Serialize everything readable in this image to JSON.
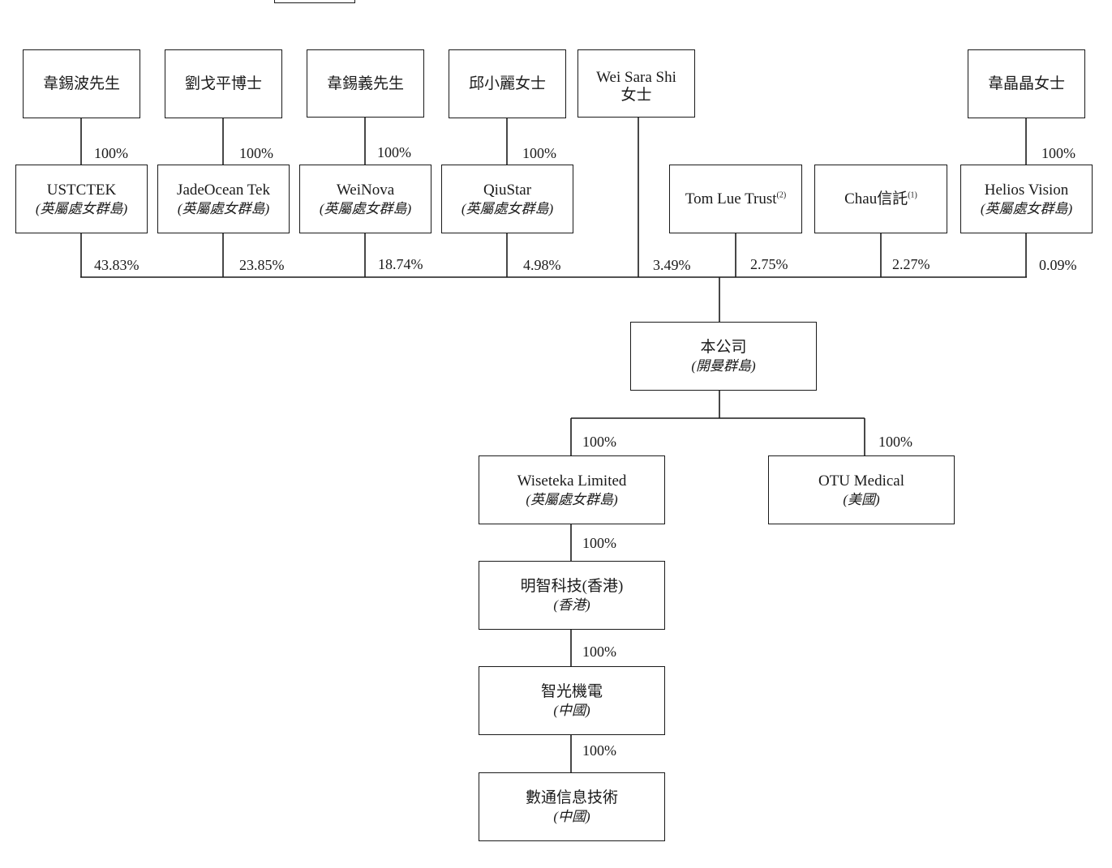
{
  "shareholders": {
    "wei_xibo": "韋錫波先生",
    "liu_geping": "劉戈平博士",
    "wei_xiyi": "韋錫義先生",
    "qiu_xiaoli": "邱小麗女士",
    "wei_sara_name": "Wei Sara Shi",
    "wei_sara_title": "女士",
    "wei_jingjing": "韋晶晶女士"
  },
  "holdcos": {
    "ustctek": "USTCTEK",
    "jadeocean": "JadeOcean Tek",
    "weinova": "WeiNova",
    "qiustar": "QiuStar",
    "tom_lue": "Tom Lue Trust",
    "tom_lue_note": "(2)",
    "chau": "Chau信託",
    "chau_note": "(1)",
    "helios": "Helios Vision",
    "bvi": "(英屬處女群島)"
  },
  "company": {
    "name": "本公司",
    "jurisdiction": "(開曼群島)"
  },
  "subsidiaries": {
    "wiseteka": "Wiseteka Limited",
    "wiseteka_jur": "(英屬處女群島)",
    "otu": "OTU Medical",
    "otu_jur": "(美國)",
    "mingzhi": "明智科技(香港)",
    "mingzhi_jur": "(香港)",
    "zhiguang": "智光機電",
    "zhiguang_jur": "(中國)",
    "shutong": "數通信息技術",
    "shutong_jur": "(中國)"
  },
  "percentages": {
    "p100": "100%",
    "ustctek": "43.83%",
    "jadeocean": "23.85%",
    "weinova": "18.74%",
    "qiustar": "4.98%",
    "wei_sara": "3.49%",
    "tom_lue": "2.75%",
    "chau": "2.27%",
    "helios": "0.09%"
  }
}
